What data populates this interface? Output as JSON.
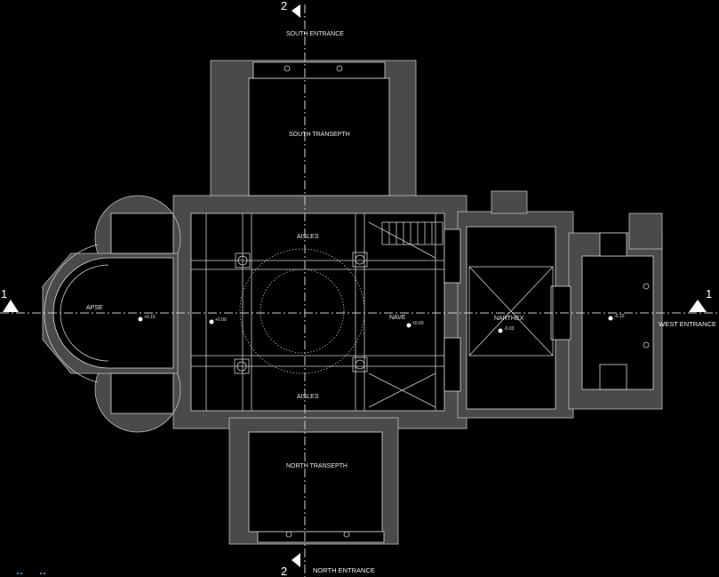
{
  "plan": {
    "section_markers": {
      "vertical": "2",
      "horizontal": "1"
    },
    "labels": {
      "south_entrance": "SOUTH ENTRANCE",
      "south_transept": "SOUTH TRANSEPTH",
      "aisles_south": "AISLES",
      "apse": "APSE",
      "nave": "NAVE",
      "narthex": "NARTHEX",
      "aisles_north": "AISLES",
      "north_transept": "NORTH TRANSEPTH",
      "north_entrance": "NORTH ENTRANCE",
      "west_entrance": "WEST ENTRANCE"
    },
    "levels": {
      "apse": "+0.15",
      "bema": "+0.00",
      "nave": "±0.00",
      "narthex": "-0.03",
      "porch": "-0.10"
    },
    "colors": {
      "background": "#000000",
      "wall": "#4a4a4a",
      "line": "#cfcfcf"
    }
  }
}
